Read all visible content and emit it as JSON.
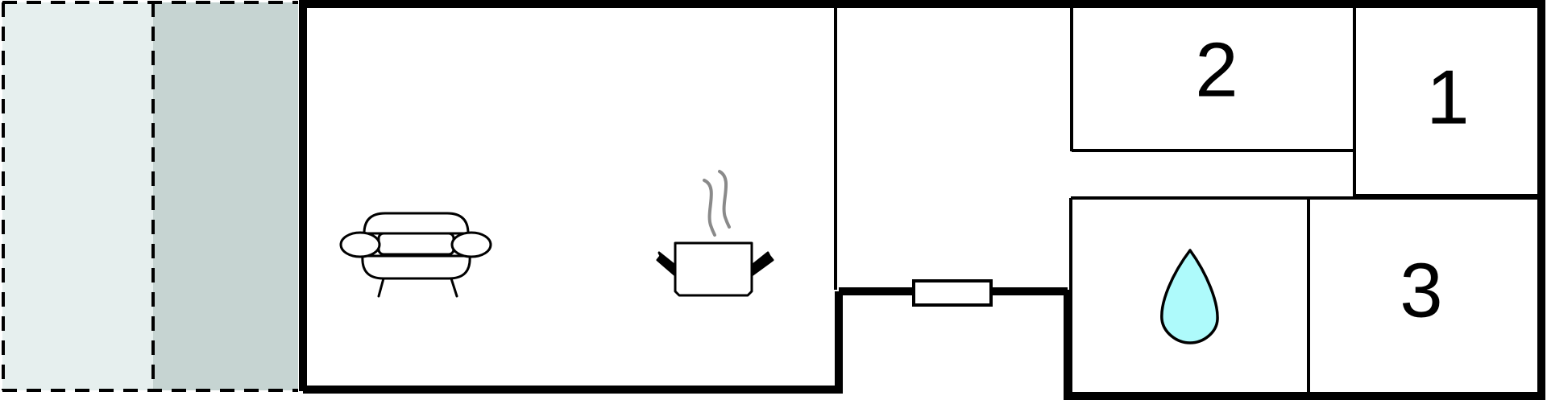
{
  "rooms": {
    "room_2": {
      "number": "2"
    },
    "room_1": {
      "number": "1"
    },
    "room_3": {
      "number": "3"
    }
  },
  "icons": {
    "living": "sofa-icon",
    "kitchen": "cooking-pot-icon",
    "bathroom": "water-drop-icon",
    "hallway": "radiator-icon"
  },
  "colors": {
    "wall": "#000000",
    "outer_terrace": "#e6efee",
    "inner_terrace": "#c6d4d2",
    "water": "#aefafb",
    "steam": "#8a8a8a"
  }
}
